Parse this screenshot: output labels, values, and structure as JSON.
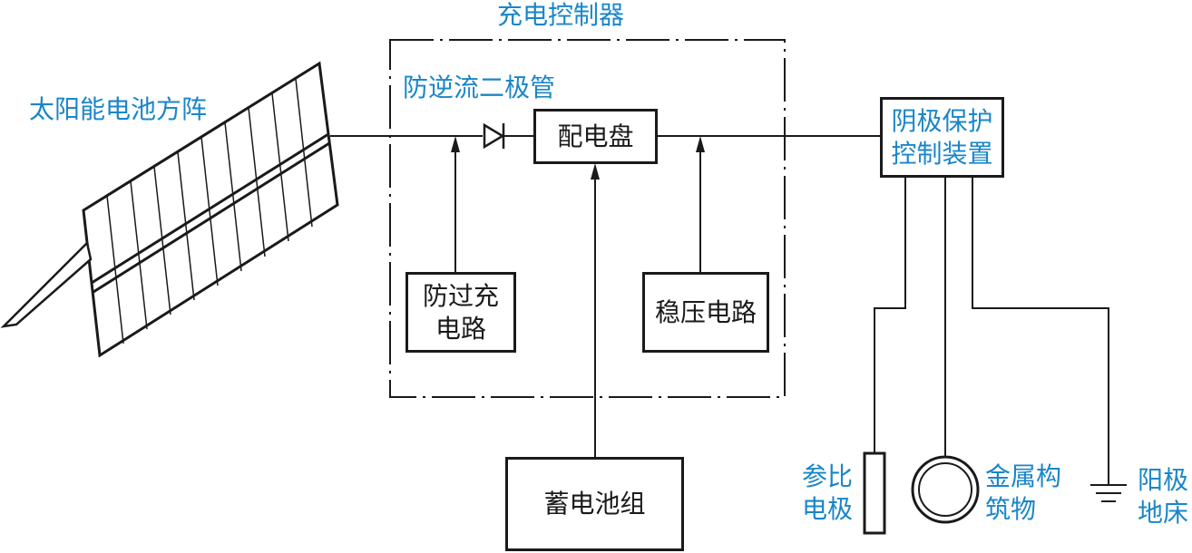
{
  "labels": {
    "solar_array": "太阳能电池方阵",
    "charge_controller": "充电控制器",
    "anti_reverse_diode": "防逆流二极管",
    "distribution_panel": "配电盘",
    "overcharge_circuit_line1": "防过充",
    "overcharge_circuit_line2": "电路",
    "voltage_regulator": "稳压电路",
    "battery_bank": "蓄电池组",
    "cathodic_protection_line1": "阴极保护",
    "cathodic_protection_line2": "控制装置",
    "reference_electrode_line1": "参比",
    "reference_electrode_line2": "电极",
    "metal_structure_line1": "金属构",
    "metal_structure_line2": "筑物",
    "anode_bed_line1": "阳极",
    "anode_bed_line2": "地床"
  },
  "colors": {
    "label_blue": "#1a86c8",
    "line": "#1a1a1a"
  }
}
